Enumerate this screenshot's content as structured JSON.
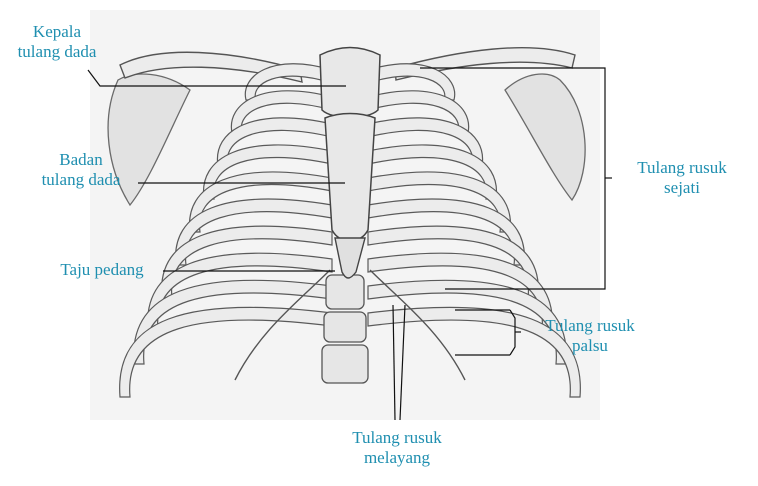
{
  "labels": {
    "manubrium": {
      "line1": "Kepala",
      "line2": "tulang dada"
    },
    "sternum_body": {
      "line1": "Badan",
      "line2": "tulang dada"
    },
    "xiphoid": {
      "line1": "Taju pedang"
    },
    "true_ribs": {
      "line1": "Tulang rusuk",
      "line2": "sejati"
    },
    "false_ribs": {
      "line1": "Tulang rusuk",
      "line2": "palsu"
    },
    "floating_ribs": {
      "line1": "Tulang rusuk",
      "line2": "melayang"
    }
  },
  "colors": {
    "label_text": "#1f8fb0",
    "bone_fill": "#ececec",
    "bone_stroke": "#5a5a5a",
    "leader_line": "#111111"
  }
}
